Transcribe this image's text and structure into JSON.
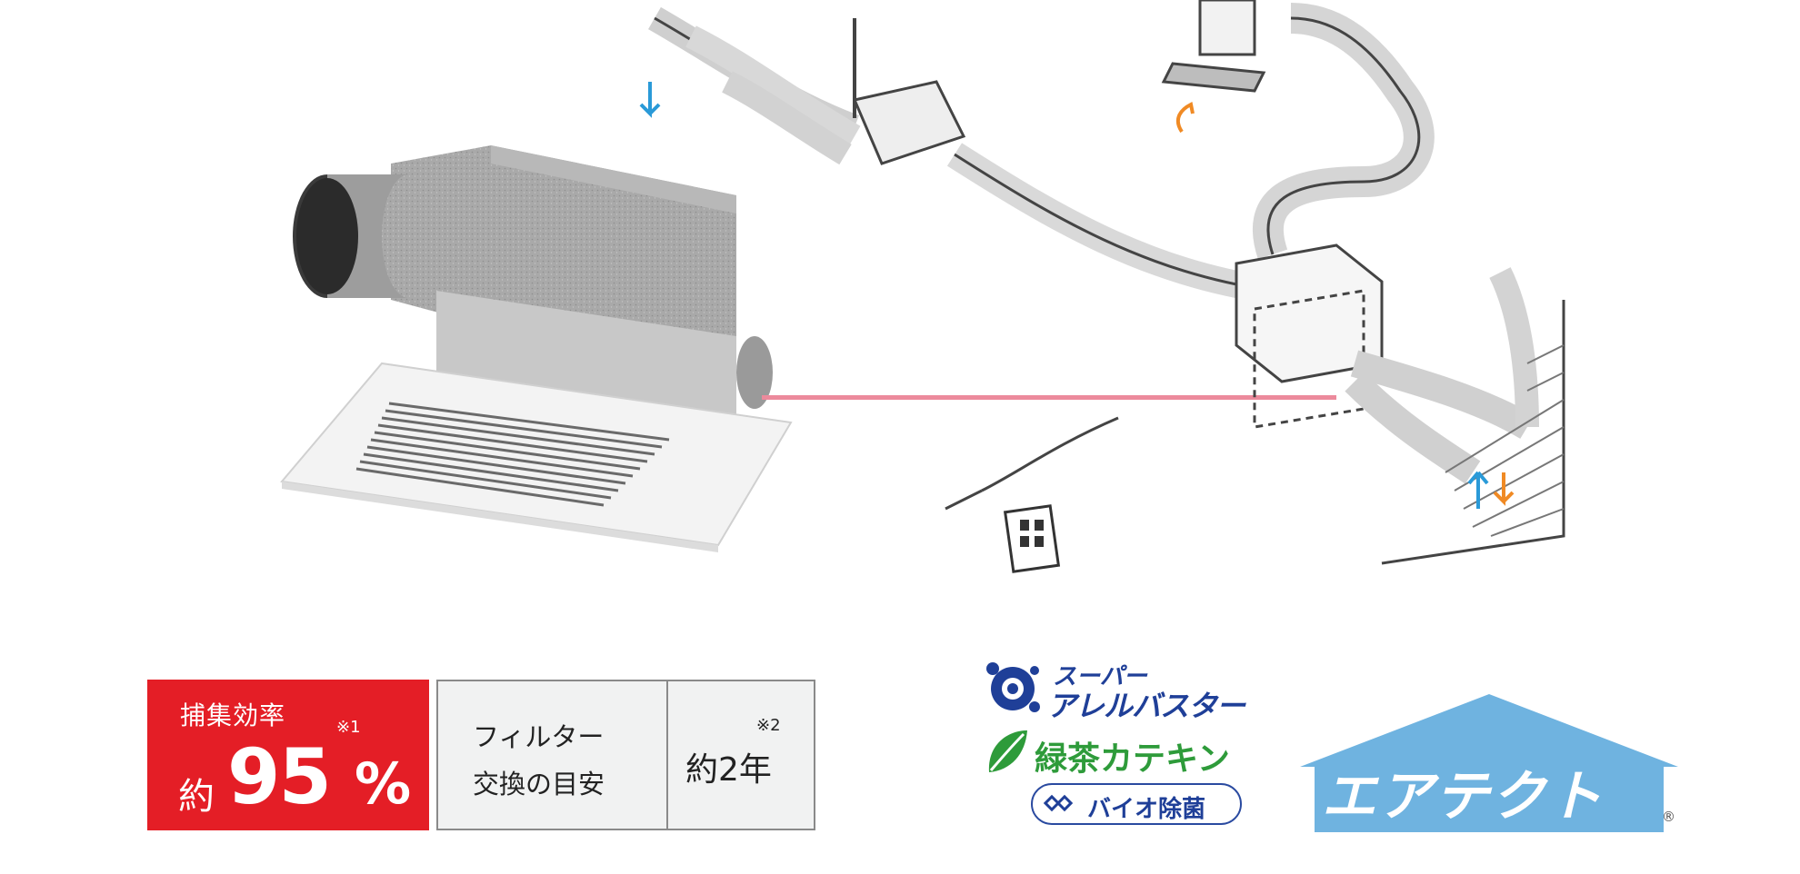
{
  "spec_efficiency": {
    "label": "捕集効率",
    "note": "※1",
    "prefix": "約",
    "value": "95",
    "unit": "%"
  },
  "spec_filter": {
    "line1": "フィルター",
    "line2": "交換の目安",
    "note": "※2",
    "value": "約2年"
  },
  "logos": {
    "super_line1": "スーパー",
    "super_line2": "アレルバスター",
    "green_tea": "緑茶カテキン",
    "bio": "バイオ除菌",
    "airtect": "エアテクト",
    "registered": "®"
  },
  "colors": {
    "red": "#e41e26",
    "navy": "#1f3f98",
    "green": "#2e9b3a",
    "sky": "#6fb3e0",
    "orange": "#f08a24",
    "arrow_blue": "#2a9ad8",
    "pink_line": "#ec8a9c"
  },
  "icons": [
    "fan-unit-illustration",
    "duct-system-illustration",
    "wall-switch-icon",
    "airflow-arrow-icons"
  ]
}
